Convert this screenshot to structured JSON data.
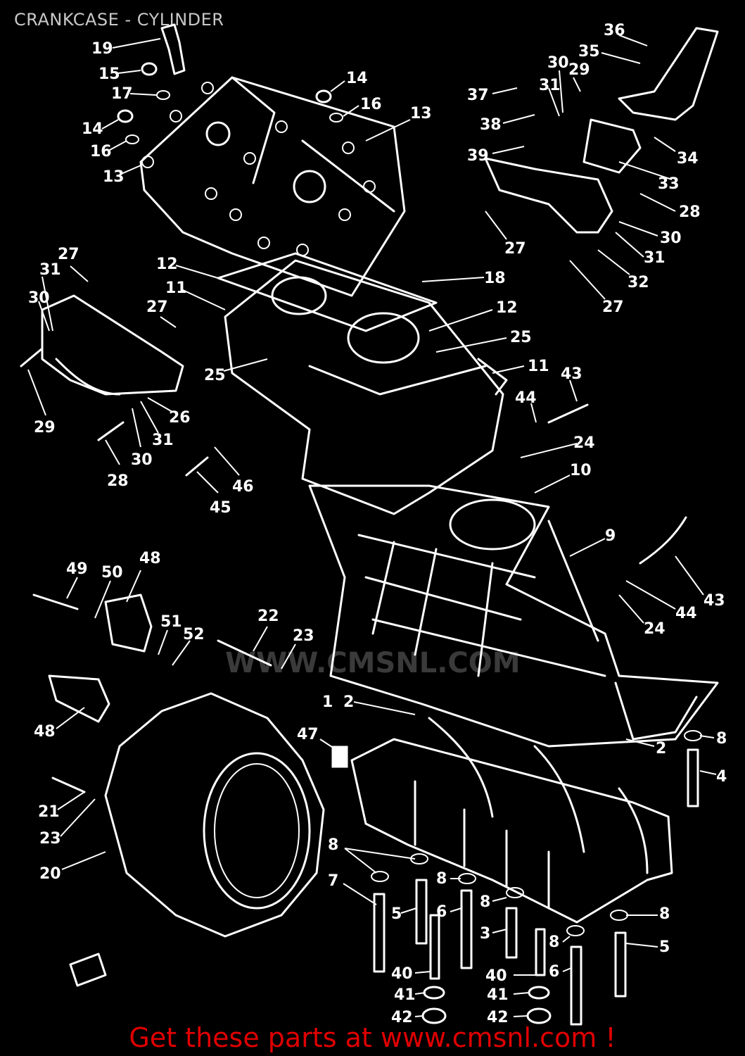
{
  "title": "CRANKCASE - CYLINDER",
  "footer": "Get these parts at www.cmsnl.com !",
  "watermark": "WWW.CMSNL.COM",
  "colors": {
    "background": "#000000",
    "lines": "#ffffff",
    "footer": "#e00000",
    "title": "#c8c8c8"
  },
  "callouts": [
    "1",
    "2",
    "2",
    "3",
    "4",
    "5",
    "5",
    "6",
    "6",
    "6",
    "7",
    "8",
    "8",
    "8",
    "8",
    "8",
    "8",
    "9",
    "10",
    "11",
    "11",
    "12",
    "12",
    "13",
    "13",
    "14",
    "14",
    "15",
    "16",
    "16",
    "17",
    "18",
    "19",
    "20",
    "21",
    "22",
    "23",
    "23",
    "24",
    "24",
    "25",
    "25",
    "26",
    "27",
    "27",
    "27",
    "27",
    "28",
    "28",
    "29",
    "29",
    "30",
    "30",
    "30",
    "30",
    "31",
    "31",
    "31",
    "31",
    "32",
    "33",
    "34",
    "35",
    "36",
    "37",
    "38",
    "39",
    "40",
    "40",
    "41",
    "41",
    "42",
    "42",
    "43",
    "43",
    "44",
    "44",
    "45",
    "46",
    "47",
    "48",
    "48",
    "49",
    "50",
    "51",
    "52"
  ]
}
